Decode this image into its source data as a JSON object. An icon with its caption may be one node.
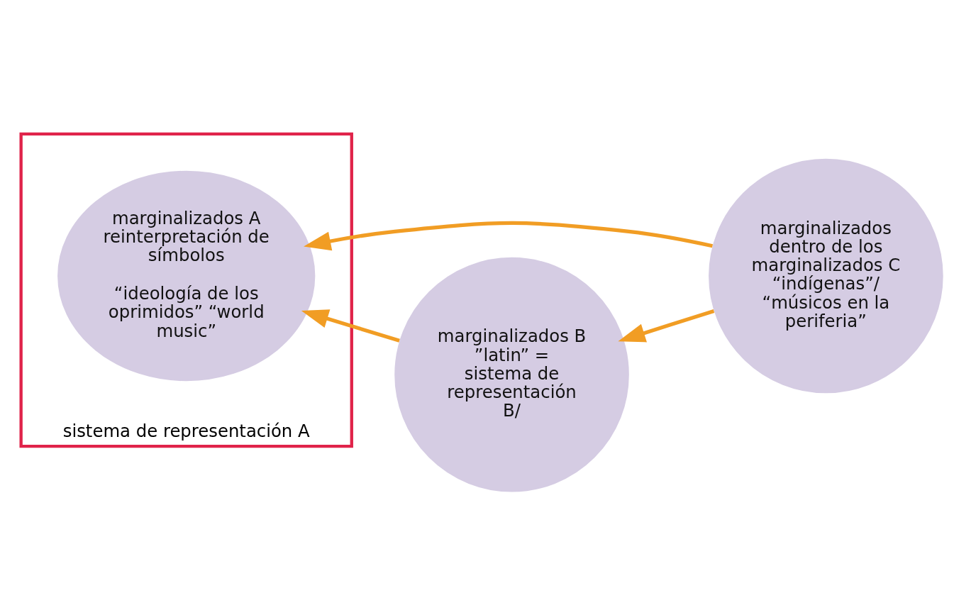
{
  "diagram": {
    "nodes": [
      {
        "text": [
          "sistema de representación A"
        ]
      },
      {
        "text": [
          "marginalizados A reinterpretación de símbolos",
          "“ideología de los oprimidos” “world music”"
        ],
        "in": 0
      },
      {
        "text": [
          "marginalizados B ”latin” = sistema de representación B/"
        ]
      },
      {
        "text": [
          "marginalizados dentro de los marginalizados C “indígenas”/ “músicos en la periferia”"
        ]
      }
    ],
    "edges": [
      {
        "from": 2,
        "to": 1,
        "arrow": "to"
      },
      {
        "from": 3,
        "to": 1,
        "arrow": "to"
      },
      {
        "from": 3,
        "to": 2,
        "arrow": "to"
      }
    ]
  }
}
